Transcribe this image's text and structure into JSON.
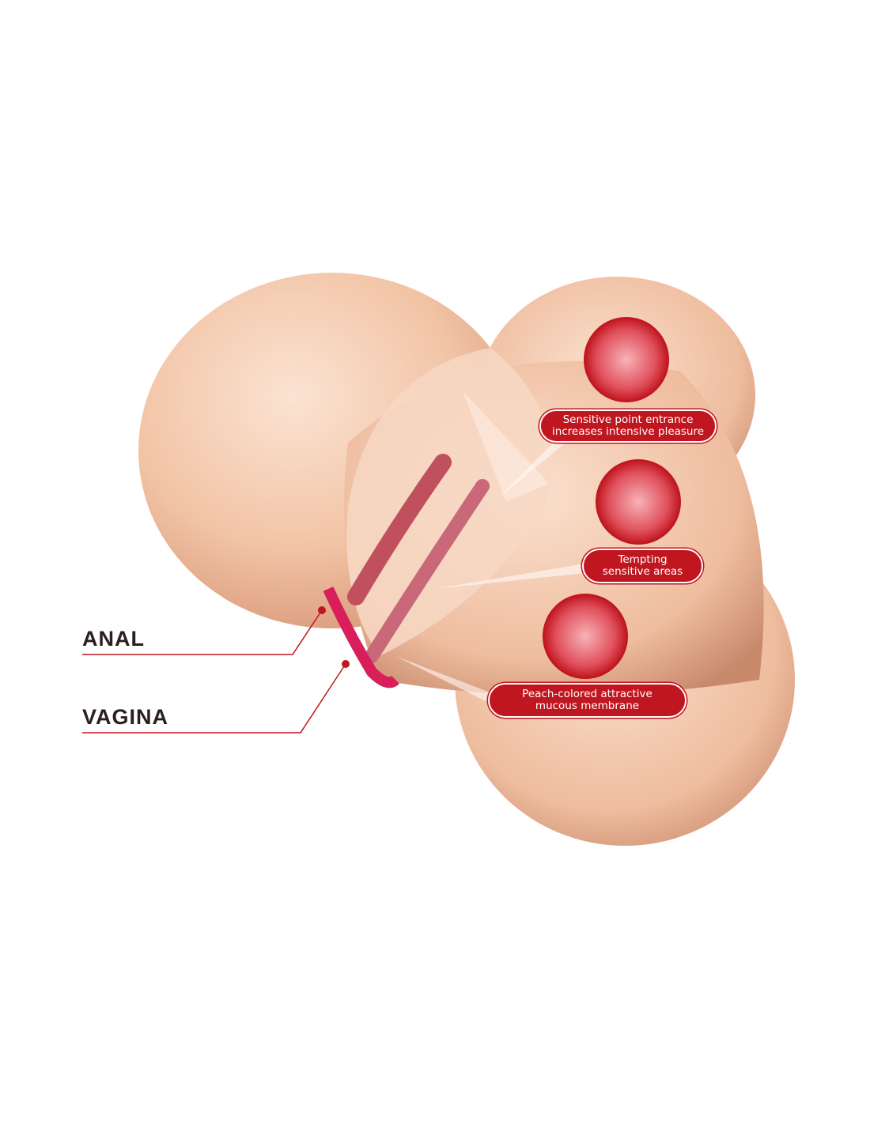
{
  "labels": {
    "anal": "ANAL",
    "vagina": "VAGINA"
  },
  "callouts": [
    {
      "line1": "Sensitive point entrance",
      "line2": "increases intensive pleasure"
    },
    {
      "line1": "Tempting",
      "line2": "sensitive areas"
    },
    {
      "line1": "Peach-colored attractive",
      "line2": "mucous membrane"
    }
  ],
  "colors": {
    "accent": "#c0161f",
    "skin": "#f2c4a6",
    "label_text": "#2a1e1e"
  }
}
